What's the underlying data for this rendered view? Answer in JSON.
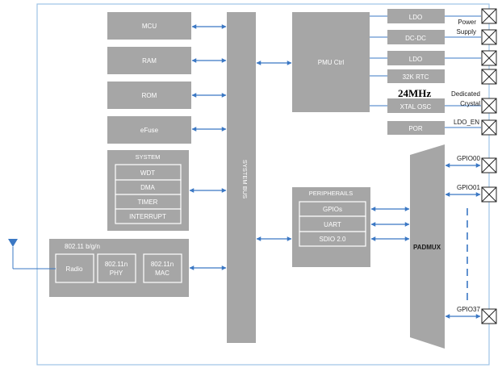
{
  "blocks": {
    "mcu": "MCU",
    "ram": "RAM",
    "rom": "ROM",
    "efuse": "eFuse",
    "system": {
      "title": "SYSTEM",
      "items": [
        "WDT",
        "DMA",
        "TIMER",
        "INTERRUPT"
      ]
    },
    "wifi": {
      "title": "802.11 b/g/n",
      "radio": "Radio",
      "phy_1": "802.11n",
      "phy_2": "PHY",
      "mac_1": "802.11n",
      "mac_2": "MAC"
    },
    "system_bus": "SYSTEM BUS",
    "pmu": "PMU Ctrl",
    "peripherals": {
      "title": "PERIPHERAILS",
      "items": [
        "GPIOs",
        "UART",
        "SDIO 2.0"
      ]
    },
    "padmux": "PADMUX"
  },
  "power": {
    "ldo_1": "LDO",
    "dcdc": "DC-DC",
    "ldo_2": "LDO",
    "rtc": "32K RTC",
    "xtal": "XTAL OSC",
    "por": "POR"
  },
  "labels": {
    "power_supply_1": "Power",
    "power_supply_2": "Supply",
    "crystal_freq": "24MHz",
    "crystal_1": "Dedicated",
    "crystal_2": "Crystal",
    "ldo_en": "LDO_EN",
    "gpio00": "GPIO00",
    "gpio01": "GPIO01",
    "gpio37": "GPIO37"
  },
  "colors": {
    "block": "#a6a6a6",
    "arrow": "#3b78c4",
    "border": "#9dc3e6",
    "text_on_block": "#ffffff"
  }
}
